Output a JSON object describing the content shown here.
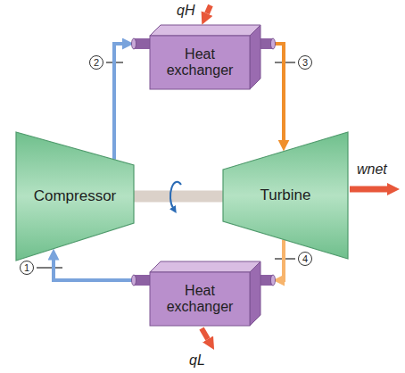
{
  "diagram": {
    "nodes": [
      {
        "text": [
          "Heat exchanger"
        ]
      },
      {
        "text": [
          "Compressor"
        ]
      },
      {
        "text": [
          "Turbine"
        ]
      },
      {
        "text": [
          "Heat exchanger"
        ]
      }
    ],
    "edges": [
      {
        "from": 1,
        "to": 0,
        "arrow": "to"
      },
      {
        "from": 0,
        "to": 2,
        "arrow": "to"
      },
      {
        "from": 2,
        "to": 3,
        "arrow": "to"
      },
      {
        "from": 3,
        "to": 1,
        "arrow": "to"
      },
      {
        "from": 1,
        "to": 2,
        "arrow": "none"
      }
    ],
    "labels": [
      "qH",
      "2",
      "3",
      "wnet",
      "1",
      "4",
      "qL"
    ]
  }
}
